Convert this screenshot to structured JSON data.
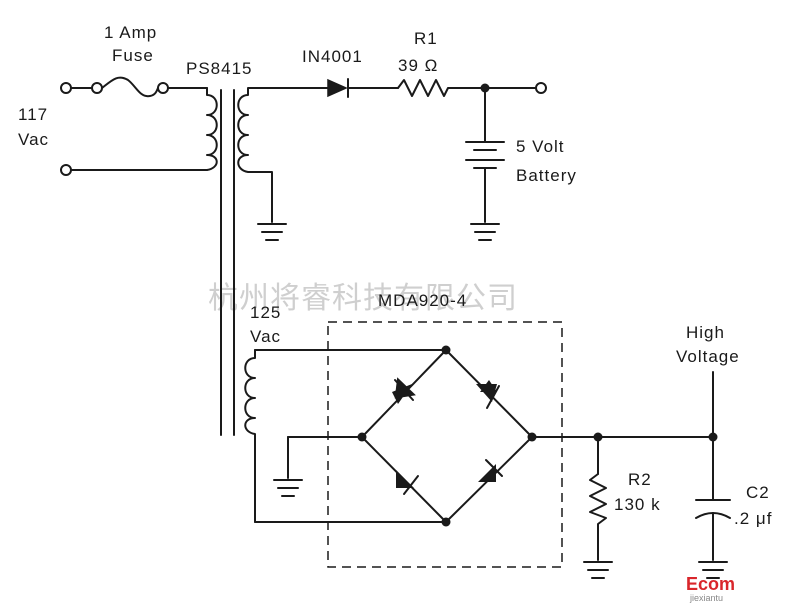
{
  "labels": {
    "fuse_1": "1 Amp",
    "fuse_2": "Fuse",
    "transformer": "PS8415",
    "diode": "IN4001",
    "r1_name": "R1",
    "r1_value": "39 Ω",
    "in_voltage_1": "117",
    "in_voltage_2": "Vac",
    "battery_1": "5 Volt",
    "battery_2": "Battery",
    "sec_voltage_1": "125",
    "sec_voltage_2": "Vac",
    "bridge": "MDA920-4",
    "out_1": "High",
    "out_2": "Voltage",
    "r2_name": "R2",
    "r2_value": "130 k",
    "c2_name": "C2",
    "c2_value": ".2 μf"
  },
  "watermark": "杭州将睿科技有限公司",
  "logo": {
    "text": "Ecom",
    "sub": "jiexiantu"
  },
  "colors": {
    "ink": "#1a1a1a",
    "watermark": "#cfcfcf",
    "logo_red": "#d9262b",
    "logo_green": "#2f9e3a"
  }
}
